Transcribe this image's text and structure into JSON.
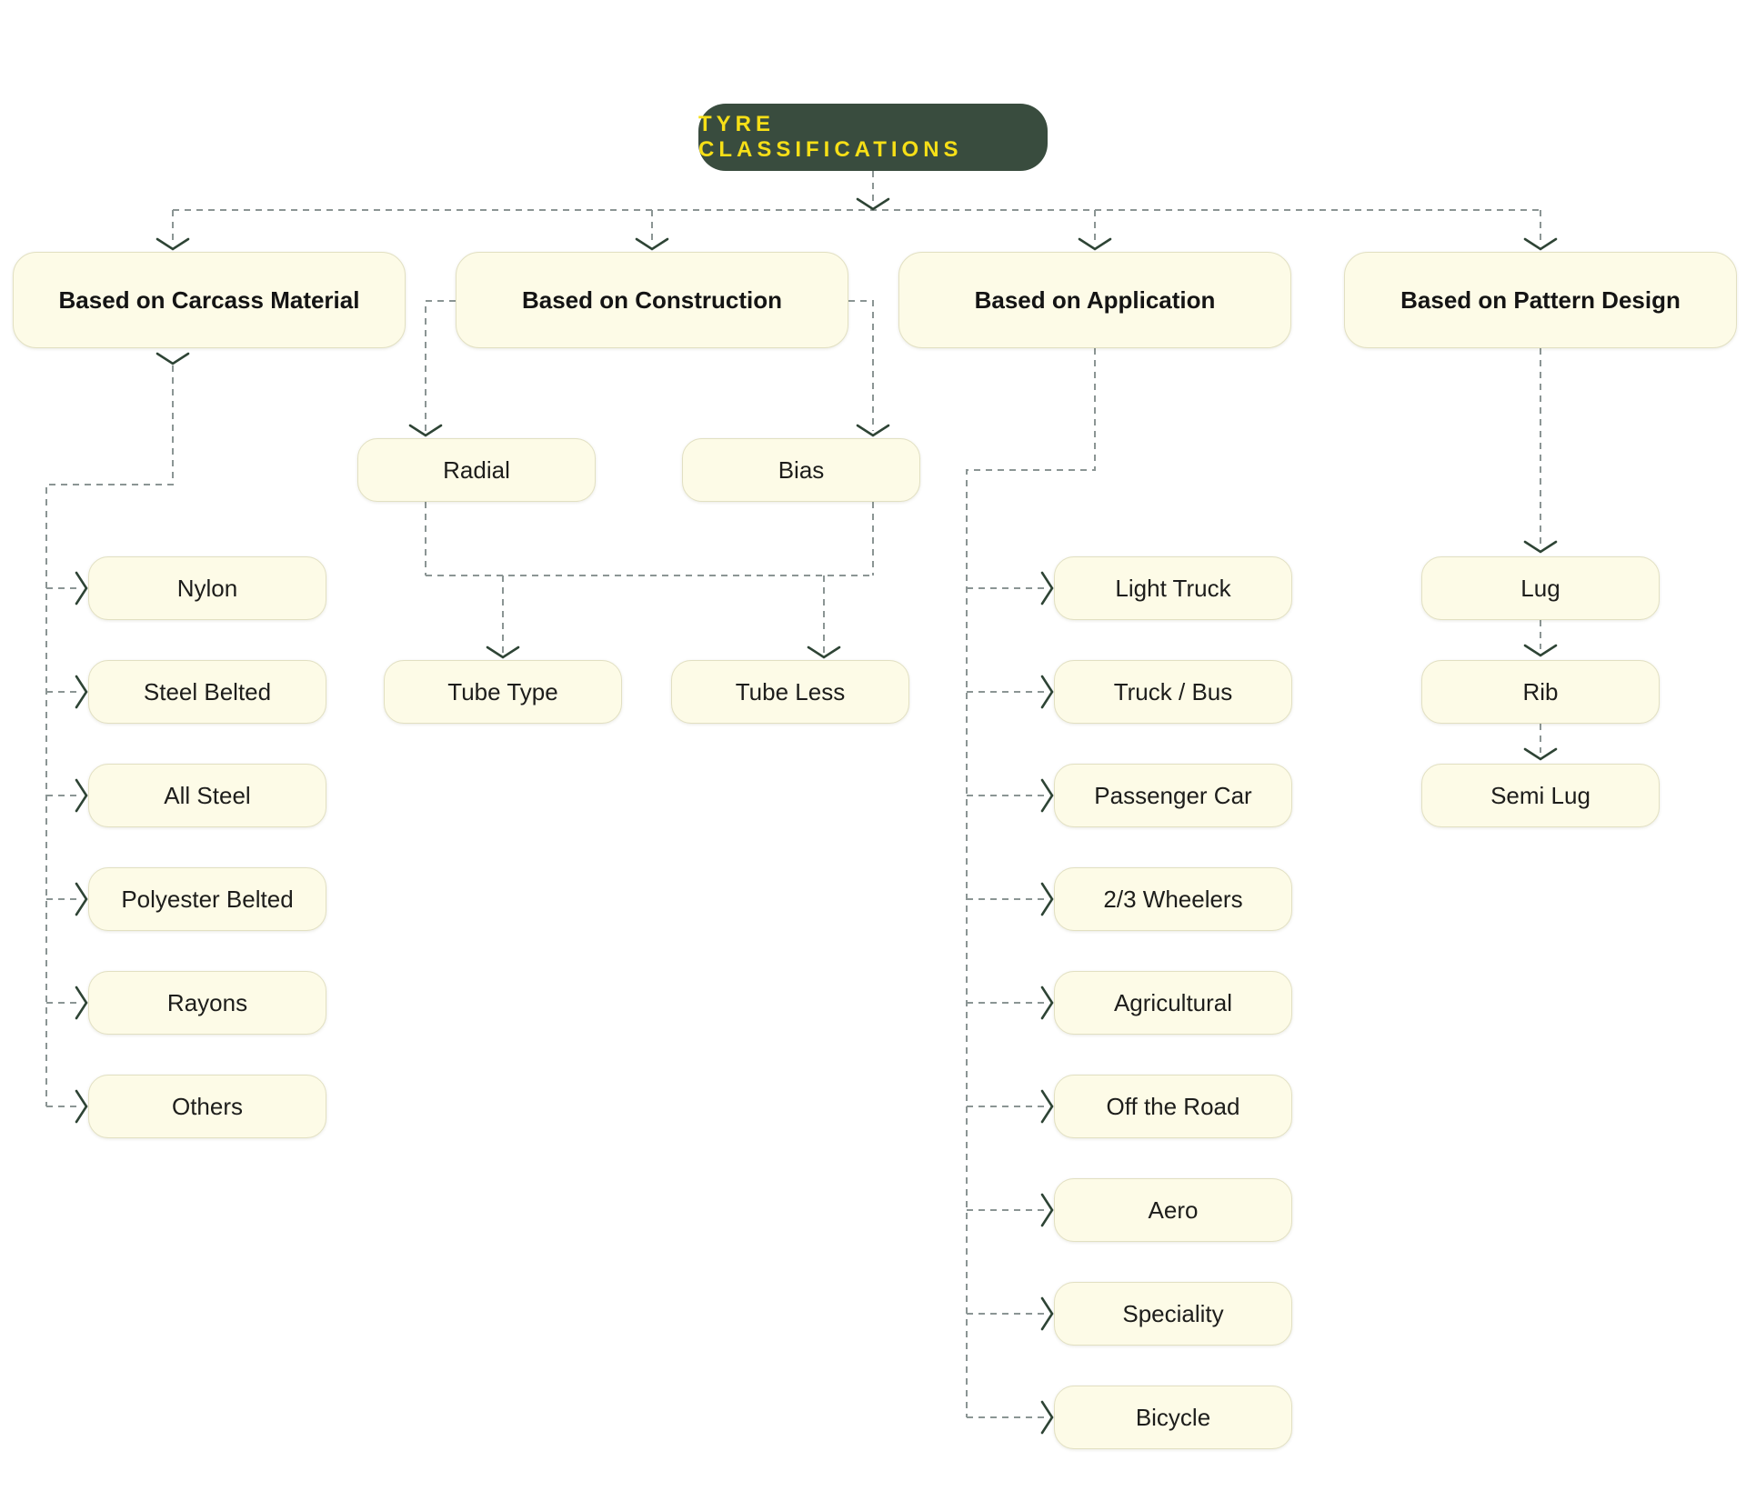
{
  "title": {
    "label": "TYRE CLASSIFICATIONS"
  },
  "colors": {
    "background": "#FFFFFF",
    "title_bg": "#394C3E",
    "title_text": "#F6DF17",
    "node_bg": "#FDFBE7",
    "node_border": "#E2E0C2",
    "node_text": "#1D1D1B",
    "connector": "#8B9594",
    "arrow": "#2E4435"
  },
  "branches": {
    "carcass": {
      "label": "Based on Carcass Material",
      "children": [
        "Nylon",
        "Steel Belted",
        "All Steel",
        "Polyester Belted",
        "Rayons",
        "Others"
      ]
    },
    "construction": {
      "label": "Based on Construction",
      "types": [
        "Radial",
        "Bias"
      ],
      "subtypes": [
        "Tube Type",
        "Tube Less"
      ]
    },
    "application": {
      "label": "Based on Application",
      "children": [
        "Light Truck",
        "Truck / Bus",
        "Passenger Car",
        "2/3 Wheelers",
        "Agricultural",
        "Off the Road",
        "Aero",
        "Speciality",
        "Bicycle"
      ]
    },
    "pattern": {
      "label": "Based on Pattern Design",
      "children": [
        "Lug",
        "Rib",
        "Semi Lug"
      ]
    }
  }
}
